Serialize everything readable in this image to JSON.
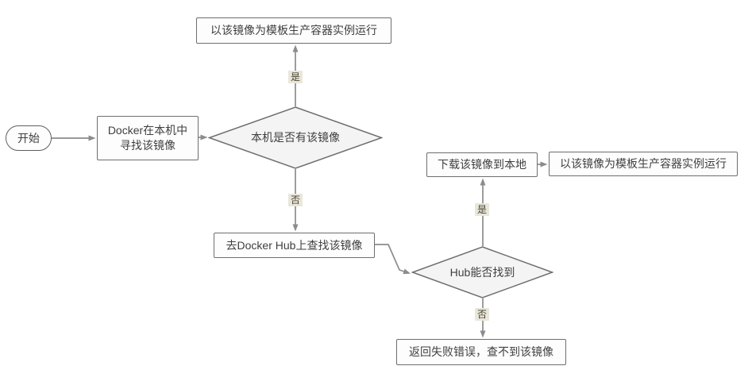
{
  "diagram": {
    "kind": "flowchart",
    "language": "zh-CN",
    "nodes": {
      "start": {
        "label": "开始",
        "type": "terminator"
      },
      "find_local": {
        "label": "Docker在本机中\n寻找该镜像",
        "type": "process"
      },
      "has_local": {
        "label": "本机是否有该镜像",
        "type": "decision"
      },
      "run_top": {
        "label": "以该镜像为模板生产容器实例运行",
        "type": "process"
      },
      "search_hub": {
        "label": "去Docker Hub上查找该镜像",
        "type": "process"
      },
      "hub_found": {
        "label": "Hub能否找到",
        "type": "decision"
      },
      "download": {
        "label": "下载该镜像到本地",
        "type": "process"
      },
      "run_right": {
        "label": "以该镜像为模板生产容器实例运行",
        "type": "process"
      },
      "fail": {
        "label": "返回失败错误，查不到该镜像",
        "type": "process"
      }
    },
    "edge_labels": {
      "has_local_yes": "是",
      "has_local_no": "否",
      "hub_found_yes": "是",
      "hub_found_no": "否"
    },
    "edges": [
      {
        "from": "start",
        "to": "find_local"
      },
      {
        "from": "find_local",
        "to": "has_local"
      },
      {
        "from": "has_local",
        "to": "run_top",
        "label": "是"
      },
      {
        "from": "has_local",
        "to": "search_hub",
        "label": "否"
      },
      {
        "from": "search_hub",
        "to": "hub_found"
      },
      {
        "from": "hub_found",
        "to": "download",
        "label": "是"
      },
      {
        "from": "download",
        "to": "run_right"
      },
      {
        "from": "hub_found",
        "to": "fail",
        "label": "否"
      }
    ],
    "colors": {
      "canvas_bg": "#ffffff",
      "process_fill": "#fdfdfd",
      "decision_fill": "#f4f4f4",
      "shape_border": "#6e6e6e",
      "connector": "#8c8c8c",
      "text": "#3f3f3f",
      "edge_label_bg": "#e9e7da"
    }
  }
}
